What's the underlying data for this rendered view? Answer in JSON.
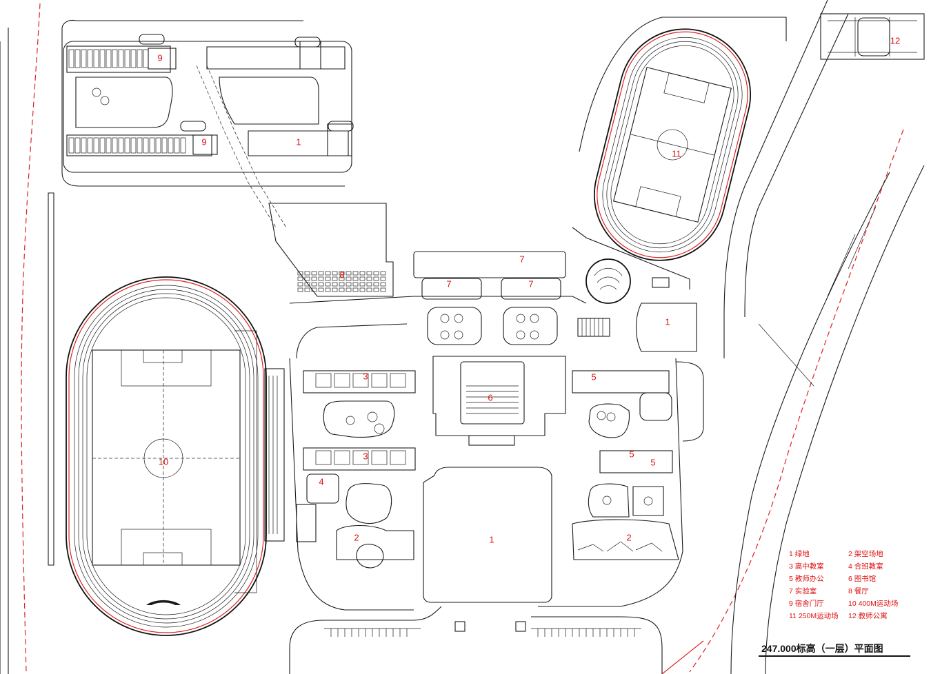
{
  "plan": {
    "labels": {
      "l1": "1",
      "l2": "2",
      "l3": "3",
      "l4": "4",
      "l5": "5",
      "l6": "6",
      "l7": "7",
      "l8": "8",
      "l9": "9",
      "l10": "10",
      "l11": "11",
      "l12": "12"
    }
  },
  "legend": {
    "items": [
      "1  绿地",
      "2  架空场地",
      "3  高中教室",
      "4  合班教室",
      "5  教师办公",
      "6  图书馆",
      "7  实验室",
      "8  餐厅",
      "9  宿舍门厅",
      "10 400M运动场",
      "11 250M运动场",
      "12 教师公寓"
    ]
  },
  "title": "247.000标高（一层）平面图",
  "colors": {
    "label": "#dd1111",
    "line": "#1a1a1a",
    "boundary": "#dd2222"
  }
}
